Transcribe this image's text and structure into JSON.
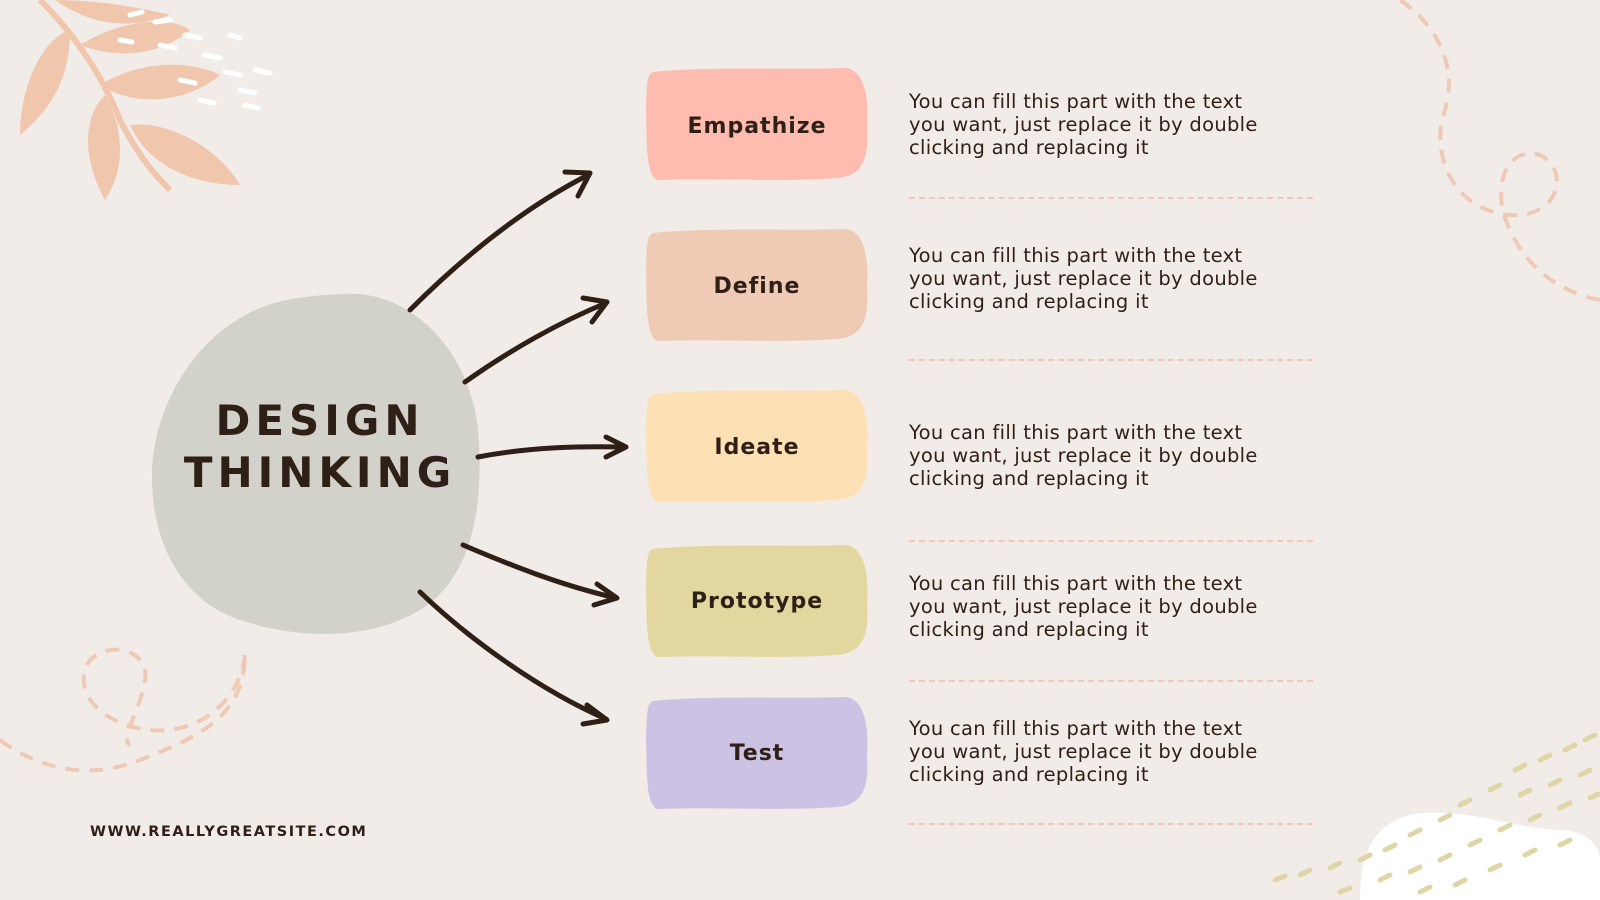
{
  "title_lines": [
    "DESIGN",
    "THINKING"
  ],
  "steps": [
    {
      "label": "Empathize",
      "color": "#fdbcaf",
      "desc": [
        "You can fill this part with the text",
        "you want, just replace it by double",
        "clicking and replacing it"
      ]
    },
    {
      "label": "Define",
      "color": "#efcab5",
      "desc": [
        "You can fill this part with the text",
        "you want, just replace it by double",
        "clicking and replacing it"
      ]
    },
    {
      "label": "Ideate",
      "color": "#fee0b5",
      "desc": [
        "You can fill this part with the text",
        "you want, just replace it by double",
        "clicking and replacing it"
      ]
    },
    {
      "label": "Prototype",
      "color": "#e2d79f",
      "desc": [
        "You can fill this part with the text",
        "you want, just replace it by double",
        "clicking and replacing it"
      ]
    },
    {
      "label": "Test",
      "color": "#ccc2e3",
      "desc": [
        "You can fill this part with the text",
        "you want, just replace it by double",
        "clicking and replacing it"
      ]
    }
  ],
  "footer_url": "WWW.REALLYGREATSITE.COM",
  "colors": {
    "background": "#f1ece8",
    "center_blob": "#d3d2ca",
    "ink": "#2e1f17",
    "leaf": "#f0c6ad",
    "dashed_decor": "#f0c9b6",
    "olive_dots": "#ded6a6"
  }
}
